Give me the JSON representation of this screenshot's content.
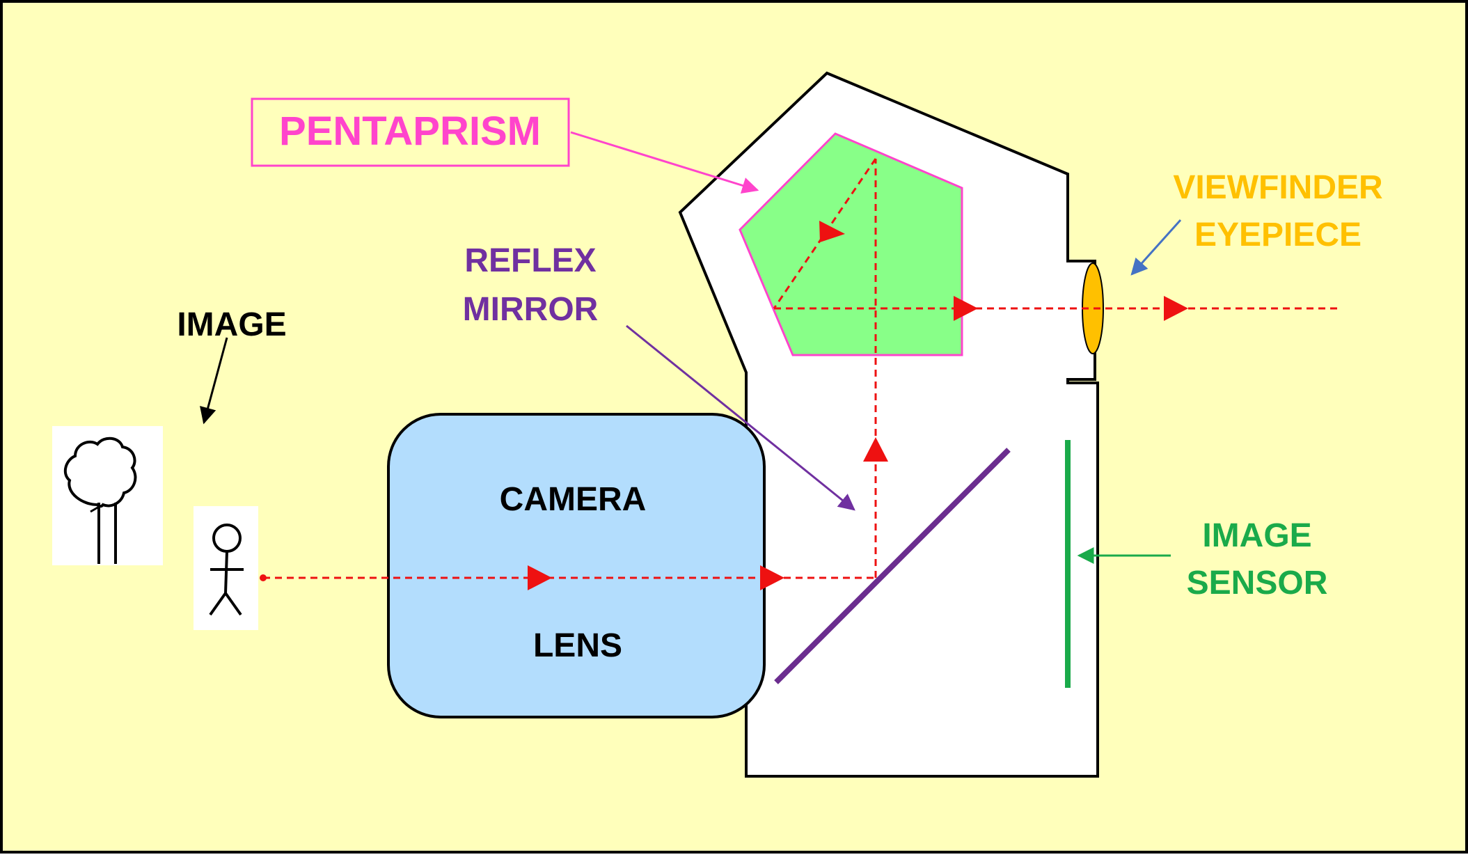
{
  "labels": {
    "pentaprism": "PENTAPRISM",
    "reflex_mirror_line1": "REFLEX",
    "reflex_mirror_line2": "MIRROR",
    "image": "IMAGE",
    "camera_lens_line1": "CAMERA",
    "camera_lens_line2": "LENS",
    "viewfinder_line1": "VIEWFINDER",
    "viewfinder_line2": "EYEPIECE",
    "sensor_line1": "IMAGE",
    "sensor_line2": "SENSOR"
  },
  "colors": {
    "background": "#FFFFBB",
    "body_fill": "#FFFFFF",
    "prism_fill": "#88FF88",
    "prism_stroke": "#FF44CC",
    "lens_fill": "#B3DDFD",
    "mirror": "#6B2D8F",
    "sensor": "#1AAA4A",
    "light_path": "#EE1111",
    "eyepiece": "#FFC000",
    "viewfinder_text": "#FFC000",
    "viewfinder_arrow": "#4472C4",
    "reflex_text": "#7030A0",
    "sensor_text": "#1AAA4A",
    "outline": "#000000"
  }
}
